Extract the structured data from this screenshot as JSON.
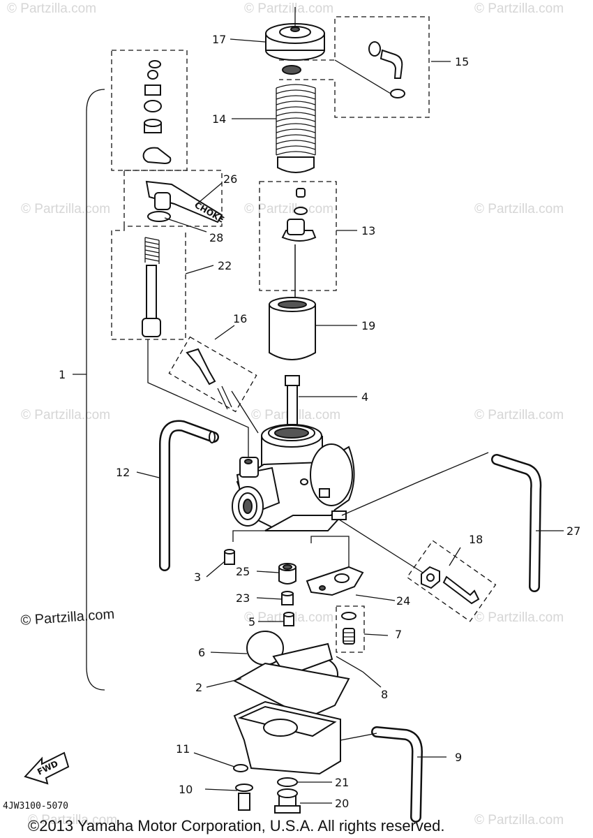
{
  "watermarks": [
    "© Partzilla.com",
    "© Partzilla.com",
    "© Partzilla.com",
    "© Partzilla.com",
    "© Partzilla.com",
    "© Partzilla.com",
    "© Partzilla.com",
    "© Partzilla.com",
    "© Partzilla.com",
    "© Partzilla.com",
    "© Partzilla.com",
    "© Partzilla.com",
    "© Partzilla.com"
  ],
  "watermark_prominent": "© Partzilla.com",
  "diagram_code": "4JW3100-5070",
  "copyright": "©2013 Yamaha Motor Corporation, U.S.A. All rights reserved.",
  "fwd_label": "FWD",
  "tab_text": "CHOKE",
  "callouts": [
    "1",
    "2",
    "3",
    "4",
    "5",
    "6",
    "7",
    "8",
    "9",
    "10",
    "11",
    "12",
    "13",
    "14",
    "15",
    "16",
    "17",
    "18",
    "19",
    "20",
    "21",
    "22",
    "23",
    "24",
    "25",
    "26",
    "27",
    "28"
  ]
}
